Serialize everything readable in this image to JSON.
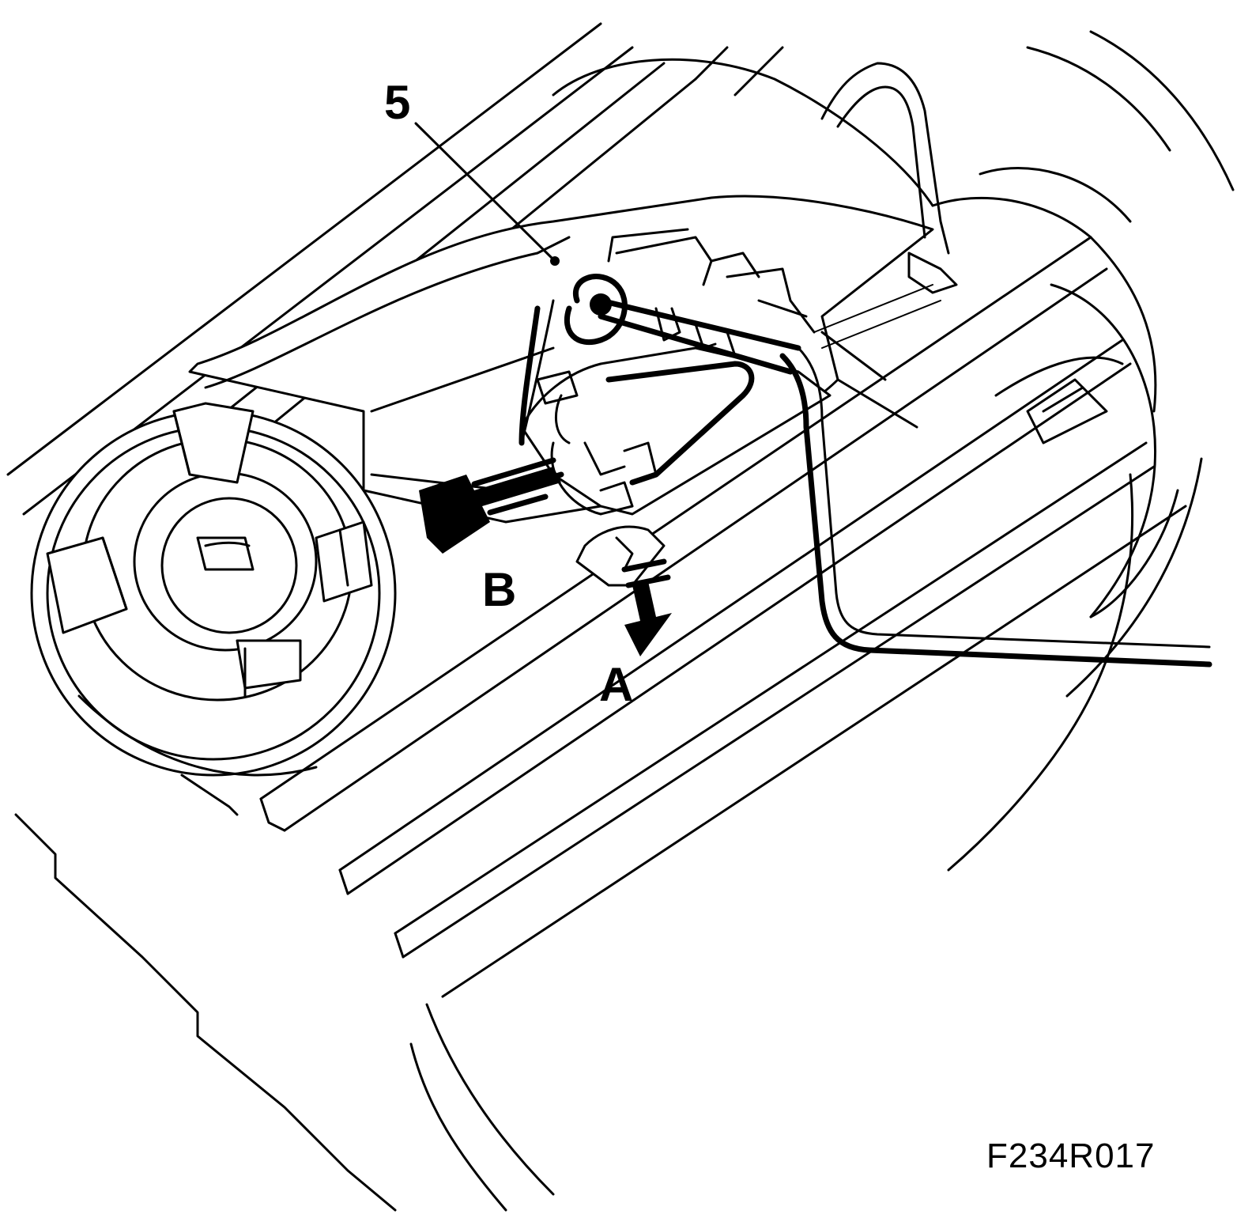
{
  "callouts": {
    "part_5": "5",
    "arrow_b": "B",
    "arrow_a": "A"
  },
  "figure_code": "F234R017",
  "colors": {
    "line": "#000000",
    "background": "#ffffff"
  }
}
